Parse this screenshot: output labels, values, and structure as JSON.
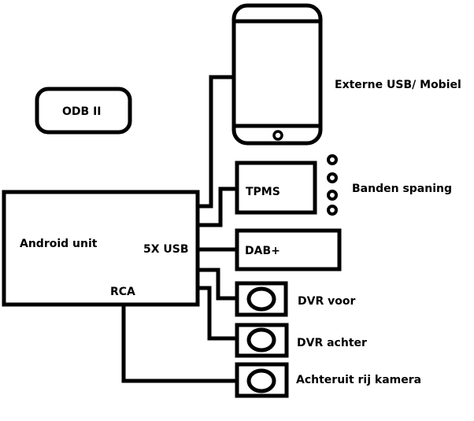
{
  "labels": {
    "odb": "ODB II",
    "phone": "Externe USB/ Mobiel",
    "tpms": "TPMS",
    "tires": "Banden spaning",
    "android": "Android unit",
    "usb": "5X USB",
    "rca": "RCA",
    "dab": "DAB+",
    "dvr_front": "DVR voor",
    "dvr_rear": "DVR achter",
    "reverse_cam": "Achteruit rij kamera"
  },
  "colors": {
    "stroke": "#000000",
    "background": "#ffffff"
  }
}
